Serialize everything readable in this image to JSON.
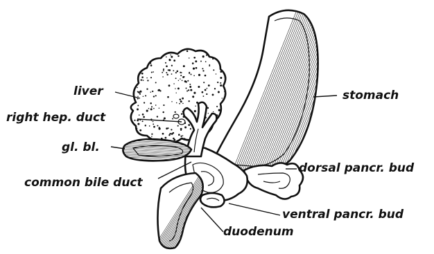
{
  "labels": {
    "liver": "liver",
    "right_hep_duct": "right hep. duct",
    "gl_bl": "gl. bl.",
    "common_bile_duct": "common bile duct",
    "stomach": "stomach",
    "dorsal_pancr_bud": "dorsal pancr. bud",
    "ventral_pancr_bud": "ventral pancr. bud",
    "duodenum": "duodenum"
  }
}
